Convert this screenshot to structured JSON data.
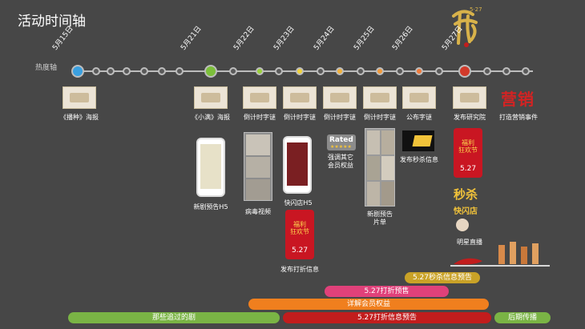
{
  "title": "活动时间轴",
  "axis_label": "热度轴",
  "dates": [
    "5月15日",
    "5月21日",
    "5月22日",
    "5月23日",
    "5月24日",
    "5月25日",
    "5月26日",
    "5月27日"
  ],
  "calligraphy": "5·27",
  "events_top": [
    "《播种》海报",
    "《小满》海报",
    "倒计时字谜",
    "倒计时字谜",
    "倒计时字谜",
    "倒计时字谜",
    "公布字谜",
    "发布研究院",
    "打造营销事件"
  ],
  "marketing_logo": "营销",
  "events_mid": {
    "new_drama_h5": "新剧预告H5",
    "virus_video": "病毒视频",
    "flash_store_h5": "快闪店H5",
    "rated_badge": "Rated",
    "rated_caption": "强调其它\n会员权益",
    "drama_list": "新剧预告\n片单",
    "flash_sale_info": "发布秒杀信息",
    "discount_info": "发布打折信息",
    "star_live": "明星直播"
  },
  "poster_text": {
    "festival": "福利\n狂欢节",
    "date": "5.27",
    "seckill": "秒杀",
    "flash": "快闪店"
  },
  "bars": [
    {
      "label": "5.27秒杀信息预告",
      "color": "#c9a227"
    },
    {
      "label": "5.27打折预售",
      "color": "#e0417a"
    },
    {
      "label": "详解会员权益",
      "color": "#f07f1e"
    },
    {
      "label": "那些追过的剧",
      "color": "#7ab445"
    },
    {
      "label": "5.27打折信息预告",
      "color": "#c21d1d"
    },
    {
      "label": "后期传播",
      "color": "#7ab445"
    }
  ],
  "node_colors": {
    "may15": "#3aa0e0",
    "may21": "#7cbf3a",
    "may22": "#9bd13a",
    "may23": "#f2d33a",
    "may24": "#f2b13a",
    "may25": "#f29a3a",
    "may26": "#f07a3a",
    "may27": "#d23a2a"
  }
}
